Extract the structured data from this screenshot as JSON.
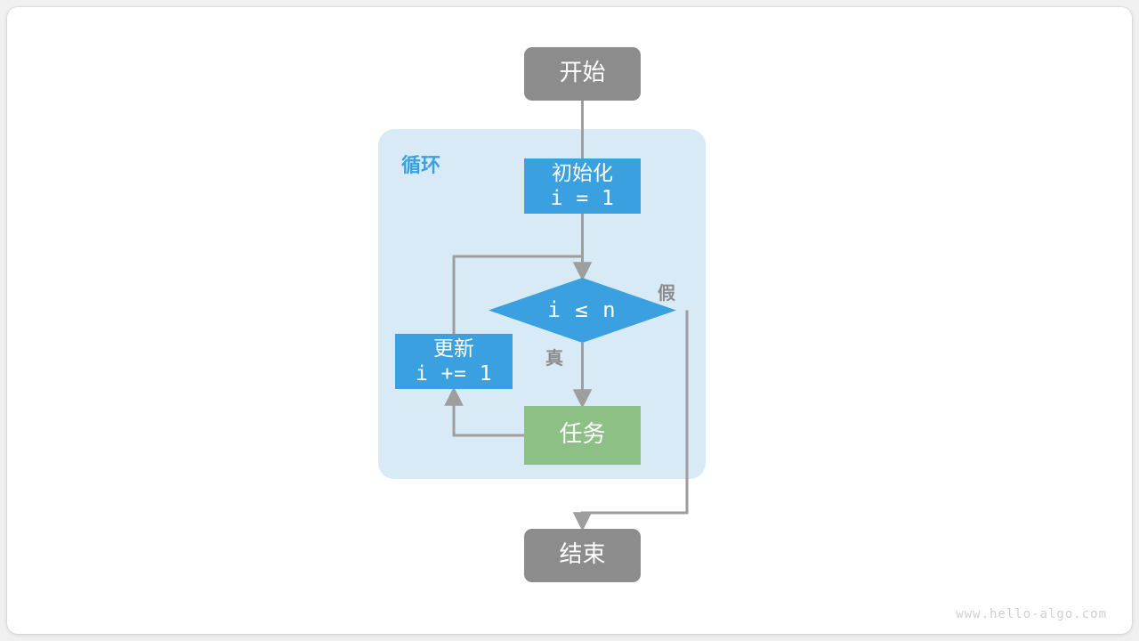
{
  "diagram": {
    "title": "for-loop-flowchart",
    "colors": {
      "page_background": "#f0f0f0",
      "card_background": "#ffffff",
      "terminal": "#8c8c8c",
      "process_blue": "#3ba0e0",
      "process_green": "#8cc084",
      "loop_container": "#d9eaf7",
      "arrow": "#9e9e9e",
      "loop_label": "#3ba0e0",
      "branch_label": "#8c8c8c",
      "watermark": "#d0d0d0"
    },
    "nodes": {
      "start": {
        "label": "开始",
        "shape": "rounded-rect"
      },
      "init": {
        "label": "初始化",
        "expr": "i = 1",
        "shape": "rect"
      },
      "condition": {
        "label": "i ≤ n",
        "shape": "diamond"
      },
      "update": {
        "label": "更新",
        "expr": "i += 1",
        "shape": "rect"
      },
      "task": {
        "label": "任务",
        "shape": "rect"
      },
      "end": {
        "label": "结束",
        "shape": "rounded-rect"
      }
    },
    "loop_container": {
      "label": "循环"
    },
    "branch_labels": {
      "true": "真",
      "false": "假"
    },
    "watermark": "www.hello-algo.com"
  }
}
